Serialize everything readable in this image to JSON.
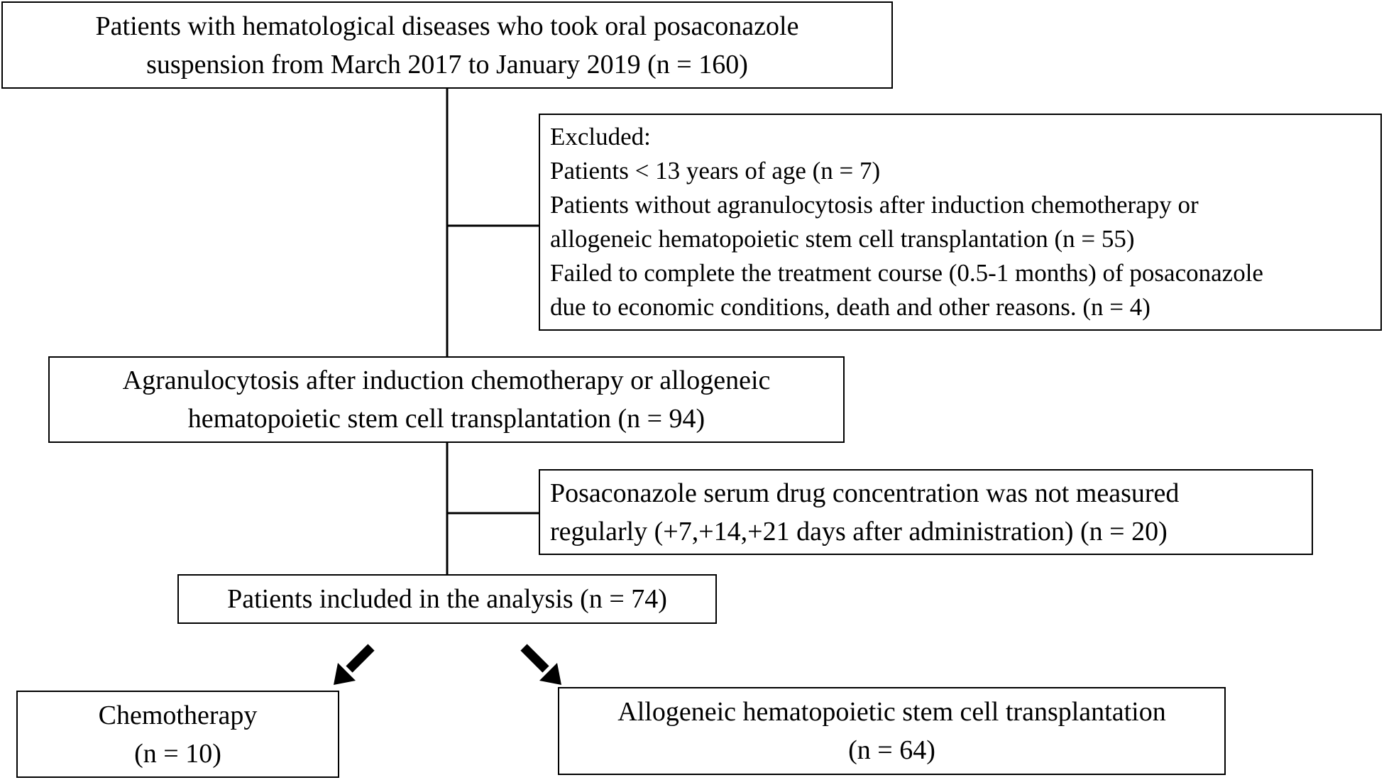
{
  "flowchart": {
    "start": {
      "lines": [
        "Patients with hematological diseases who took oral posaconazole",
        "suspension from March 2017 to January 2019 (n = 160)"
      ]
    },
    "excluded": {
      "lines": [
        "Excluded:",
        "Patients < 13 years of age (n = 7)",
        "Patients without agranulocytosis after induction chemotherapy or",
        "allogeneic hematopoietic stem cell transplantation (n = 55)",
        "Failed to complete the treatment course (0.5-1 months) of posaconazole",
        "due to economic conditions, death and other reasons. (n = 4)"
      ]
    },
    "agranulocytosis": {
      "lines": [
        "Agranulocytosis after induction chemotherapy or allogeneic",
        "hematopoietic stem cell transplantation (n = 94)"
      ]
    },
    "not_measured": {
      "lines": [
        "Posaconazole serum drug concentration was not measured",
        "regularly (+7,+14,+21 days after administration) (n = 20)"
      ]
    },
    "included": {
      "lines": [
        "Patients included in the analysis (n = 74)"
      ]
    },
    "chemotherapy": {
      "lines": [
        "Chemotherapy",
        "(n = 10)"
      ]
    },
    "transplantation": {
      "lines": [
        "Allogeneic hematopoietic stem cell transplantation",
        "(n = 64)"
      ]
    }
  }
}
